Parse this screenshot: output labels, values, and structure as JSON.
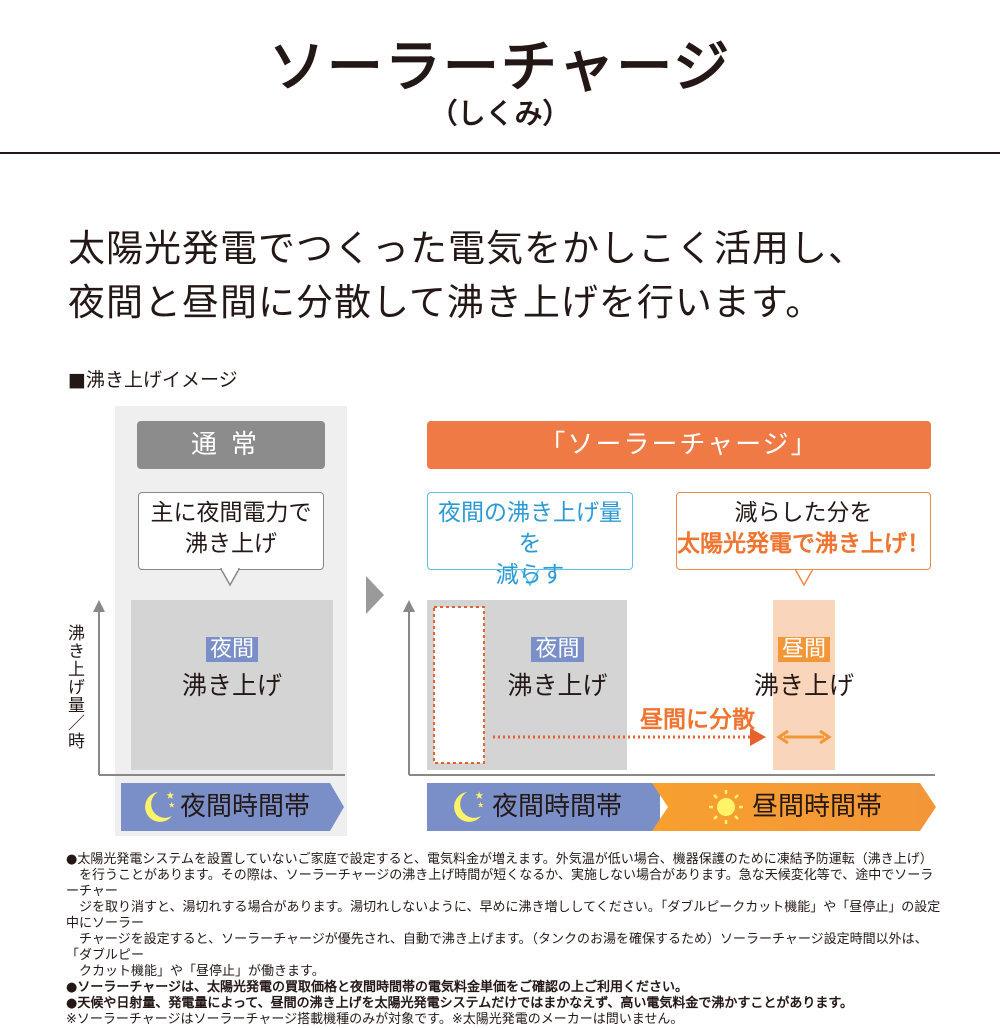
{
  "header": {
    "title": "ソーラーチャージ",
    "subtitle": "（しくみ）"
  },
  "lead": {
    "line1": "太陽光発電でつくった電気をかしこく活用し、",
    "line2": "夜間と昼間に分散して沸き上げを行います。"
  },
  "caption": "■沸き上げイメージ",
  "left": {
    "header": "通常",
    "bubble_line1": "主に夜間電力で",
    "bubble_line2": "沸き上げ",
    "tag": "夜間",
    "fill_label": "沸き上げ",
    "band": "夜間時間帯",
    "y_axis_label": "沸き上げ量／時"
  },
  "right": {
    "header": "「ソーラーチャージ」",
    "blue_bubble_line1": "夜間の沸き上げ量を",
    "blue_bubble_line2": "減らす",
    "orange_bubble_line1": "減らした分を",
    "orange_bubble_line2": "太陽光発電で沸き上げ！",
    "night_tag": "夜間",
    "night_fill_label": "沸き上げ",
    "day_tag": "昼間",
    "day_fill_label": "沸き上げ",
    "shift_label": "昼間に分散",
    "night_band": "夜間時間帯",
    "day_band": "昼間時間帯"
  },
  "notes": [
    "●太陽光発電システムを設置していないご家庭で設定すると、電気料金が増えます。外気温が低い場合、機器保護のために凍結予防運転（沸き上げ）",
    "　を行うことがあります。その際は、ソーラーチャージの沸き上げ時間が短くなるか、実施しない場合があります。急な天候変化等で、途中でソーラーチャー",
    "　ジを取り消すと、湯切れする場合があります。湯切れしないように、早めに沸き増ししてください。「ダブルピークカット機能」や「昼停止」の設定中にソーラー",
    "　チャージを設定すると、ソーラーチャージが優先され、自動で沸き上げます。（タンクのお湯を確保するため）ソーラーチャージ設定時間以外は、「ダブルピー",
    "　クカット機能」や「昼停止」が働きます。"
  ],
  "notes_bold": [
    "●ソーラーチャージは、太陽光発電の買取価格と夜間時間帯の電気料金単価をご確認の上ご利用ください。",
    "●天候や日射量、発電量によって、昼間の沸き上げを太陽光発電システムだけではまかなえず、高い電気料金で沸かすことがあります。"
  ],
  "notes_last": "※ソーラーチャージはソーラーチャージ搭載機種のみが対象です。※太陽光発電のメーカーは問いません。",
  "colors": {
    "normal_header": "#8c8c8c",
    "solar_header": "#f07a45",
    "night_band": "#7a8fc8",
    "day_band": "#f39638",
    "blue_accent": "#2a9ad6",
    "orange_accent": "#ee7430"
  },
  "icons": [
    "moon-stars-icon",
    "sun-icon",
    "arrow-right-icon",
    "double-arrow-icon",
    "triangle-pointer-icon"
  ]
}
